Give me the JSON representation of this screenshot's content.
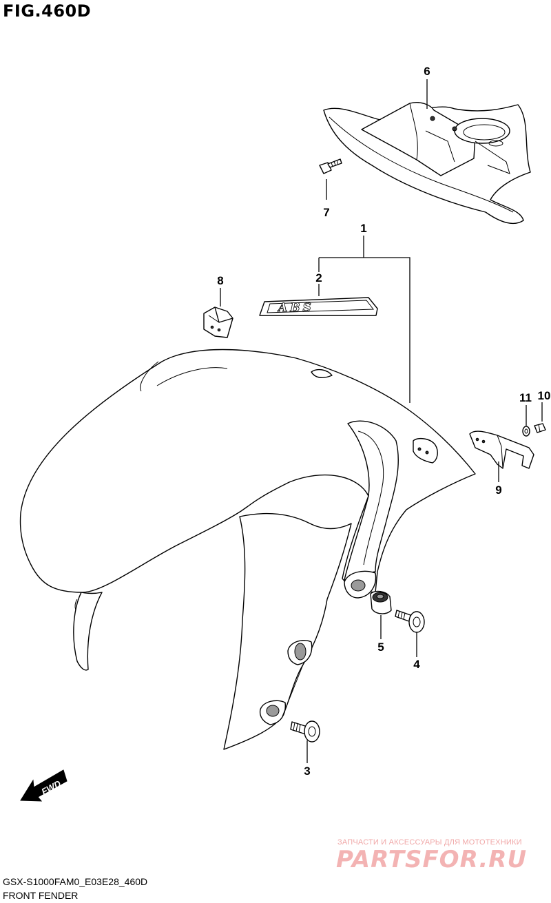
{
  "figure": {
    "title": "FIG.460D",
    "code": "GSX-S1000FAM0_E03E28_460D",
    "name": "FRONT FENDER"
  },
  "callouts": {
    "p1": "1",
    "p2": "2",
    "p3": "3",
    "p4": "4",
    "p5": "5",
    "p6": "6",
    "p7": "7",
    "p8": "8",
    "p9": "9",
    "p10": "10",
    "p11": "11"
  },
  "badge": {
    "text": "FWD",
    "icon": "fwd-arrow-icon"
  },
  "emblem": {
    "text": "ABS",
    "icon": "abs-emblem-icon"
  },
  "watermark": {
    "subtitle": "ЗАПЧАСТИ И АКСЕССУАРЫ ДЛЯ МОТОТЕХНИКИ",
    "logo": "PARTSFOR.RU",
    "color": "#f3b3b3"
  }
}
